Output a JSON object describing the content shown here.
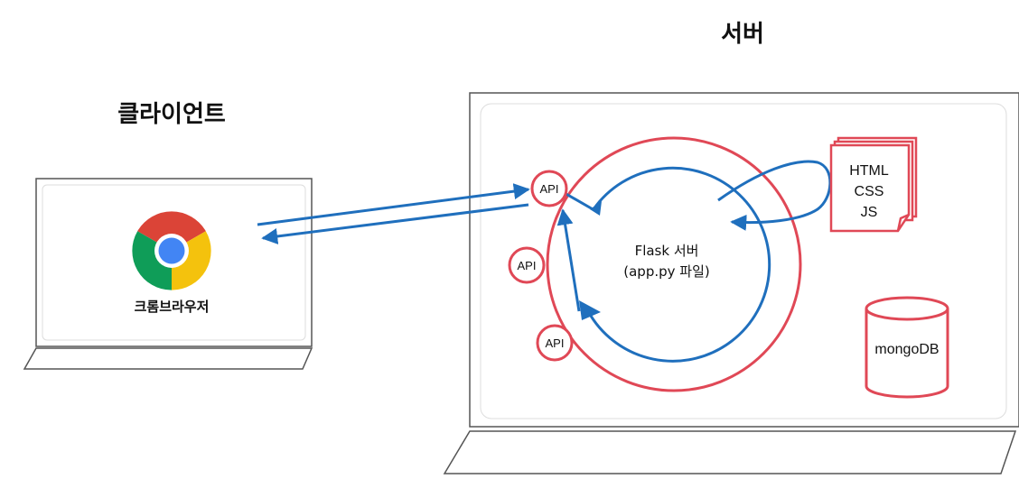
{
  "client": {
    "title": "클라이언트",
    "browser_label": "크롬브라우저"
  },
  "server": {
    "title": "서버",
    "flask_line1": "Flask 서버",
    "flask_line2": "(app.py 파일)",
    "api_labels": [
      "API",
      "API",
      "API"
    ],
    "files": [
      "HTML",
      "CSS",
      "JS"
    ],
    "database_label": "mongoDB"
  },
  "colors": {
    "red": "#e04856",
    "blue": "#1f6fbd",
    "frame": "#555555",
    "chrome_red": "#db4437",
    "chrome_yellow": "#f4c20d",
    "chrome_green": "#0f9d58",
    "chrome_blue": "#4285f4"
  },
  "icons": {
    "browser": "chrome-logo-icon",
    "database": "database-cylinder-icon",
    "files": "document-stack-icon"
  }
}
